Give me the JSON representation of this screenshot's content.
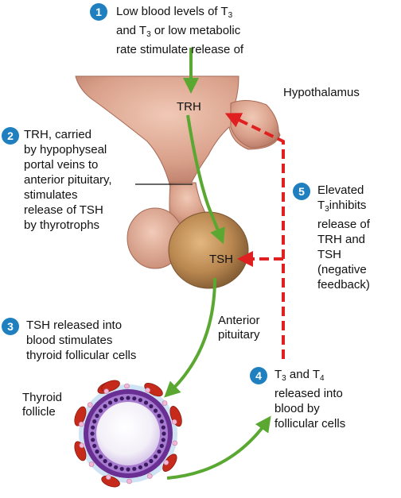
{
  "steps": [
    {
      "num": "1",
      "text_a": "Low blood levels of T",
      "sub_a": "3",
      "text_b": "and T",
      "sub_b": "3",
      "text_c": " or low metabolic\nrate stimulate release of"
    },
    {
      "num": "2",
      "text": "TRH, carried\nby hypophyseal\nportal veins to\nanterior pituitary,\nstimulates\nrelease of TSH\nby thyrotrophs"
    },
    {
      "num": "3",
      "text": "TSH released into\nblood stimulates\nthyroid follicular cells"
    },
    {
      "num": "4",
      "text_a": "T",
      "sub_a": "3",
      "text_b": " and T",
      "sub_b": "4",
      "text_c": "\nreleased into\nblood by\nfollicular cells"
    },
    {
      "num": "5",
      "text_a": "Elevated\nT",
      "sub_a": "3",
      "text_b": "inhibits\nrelease of\nTRH and\nTSH\n(negative\nfeedback)"
    }
  ],
  "labels": {
    "hypothalamus": "Hypothalamus",
    "trh": "TRH",
    "tsh": "TSH",
    "anterior_pituitary": "Anterior\npituitary",
    "thyroid_follicle": "Thyroid\nfollicle"
  },
  "colors": {
    "badge": "#1f7fbf",
    "stimulate_arrow": "#5aa832",
    "feedback_arrow": "#e02020",
    "tissue": "#d9a48f",
    "pituitary": "#b98a55",
    "follicle": "#7a3fa0"
  }
}
